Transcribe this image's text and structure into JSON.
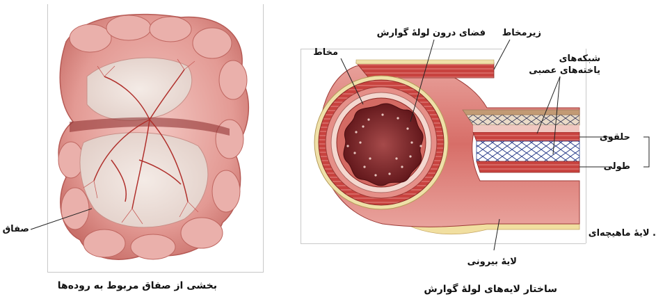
{
  "left_figure": {
    "caption": "بخشی از صفاق مربوط به روده‌ها",
    "labels": {
      "peritoneum": "صفاق"
    }
  },
  "right_figure": {
    "caption": "ساختار لایه‌های لولهٔ گوارش",
    "labels": {
      "lumen": "فضای درون لولهٔ گوارش",
      "submucosa": "زیرمخاط",
      "mucosa": "مخاط",
      "nerve_networks_line1": "شبکه‌های",
      "nerve_networks_line2": "یاخته‌های عصبی",
      "circular": "حلقوی",
      "longitudinal": "طولی",
      "muscular_layer": ". لایهٔ ماهیچه‌ای",
      "outer_layer": "لایهٔ بیرونی"
    }
  },
  "colors": {
    "tissue_red": "#c8433f",
    "tissue_pink": "#e7a6a1",
    "mucosa_dark": "#7a1f22",
    "outer_yellow": "#efe0a8",
    "nerve_blue": "#2c3f8c",
    "submucosa_tan": "#d8b79b"
  }
}
